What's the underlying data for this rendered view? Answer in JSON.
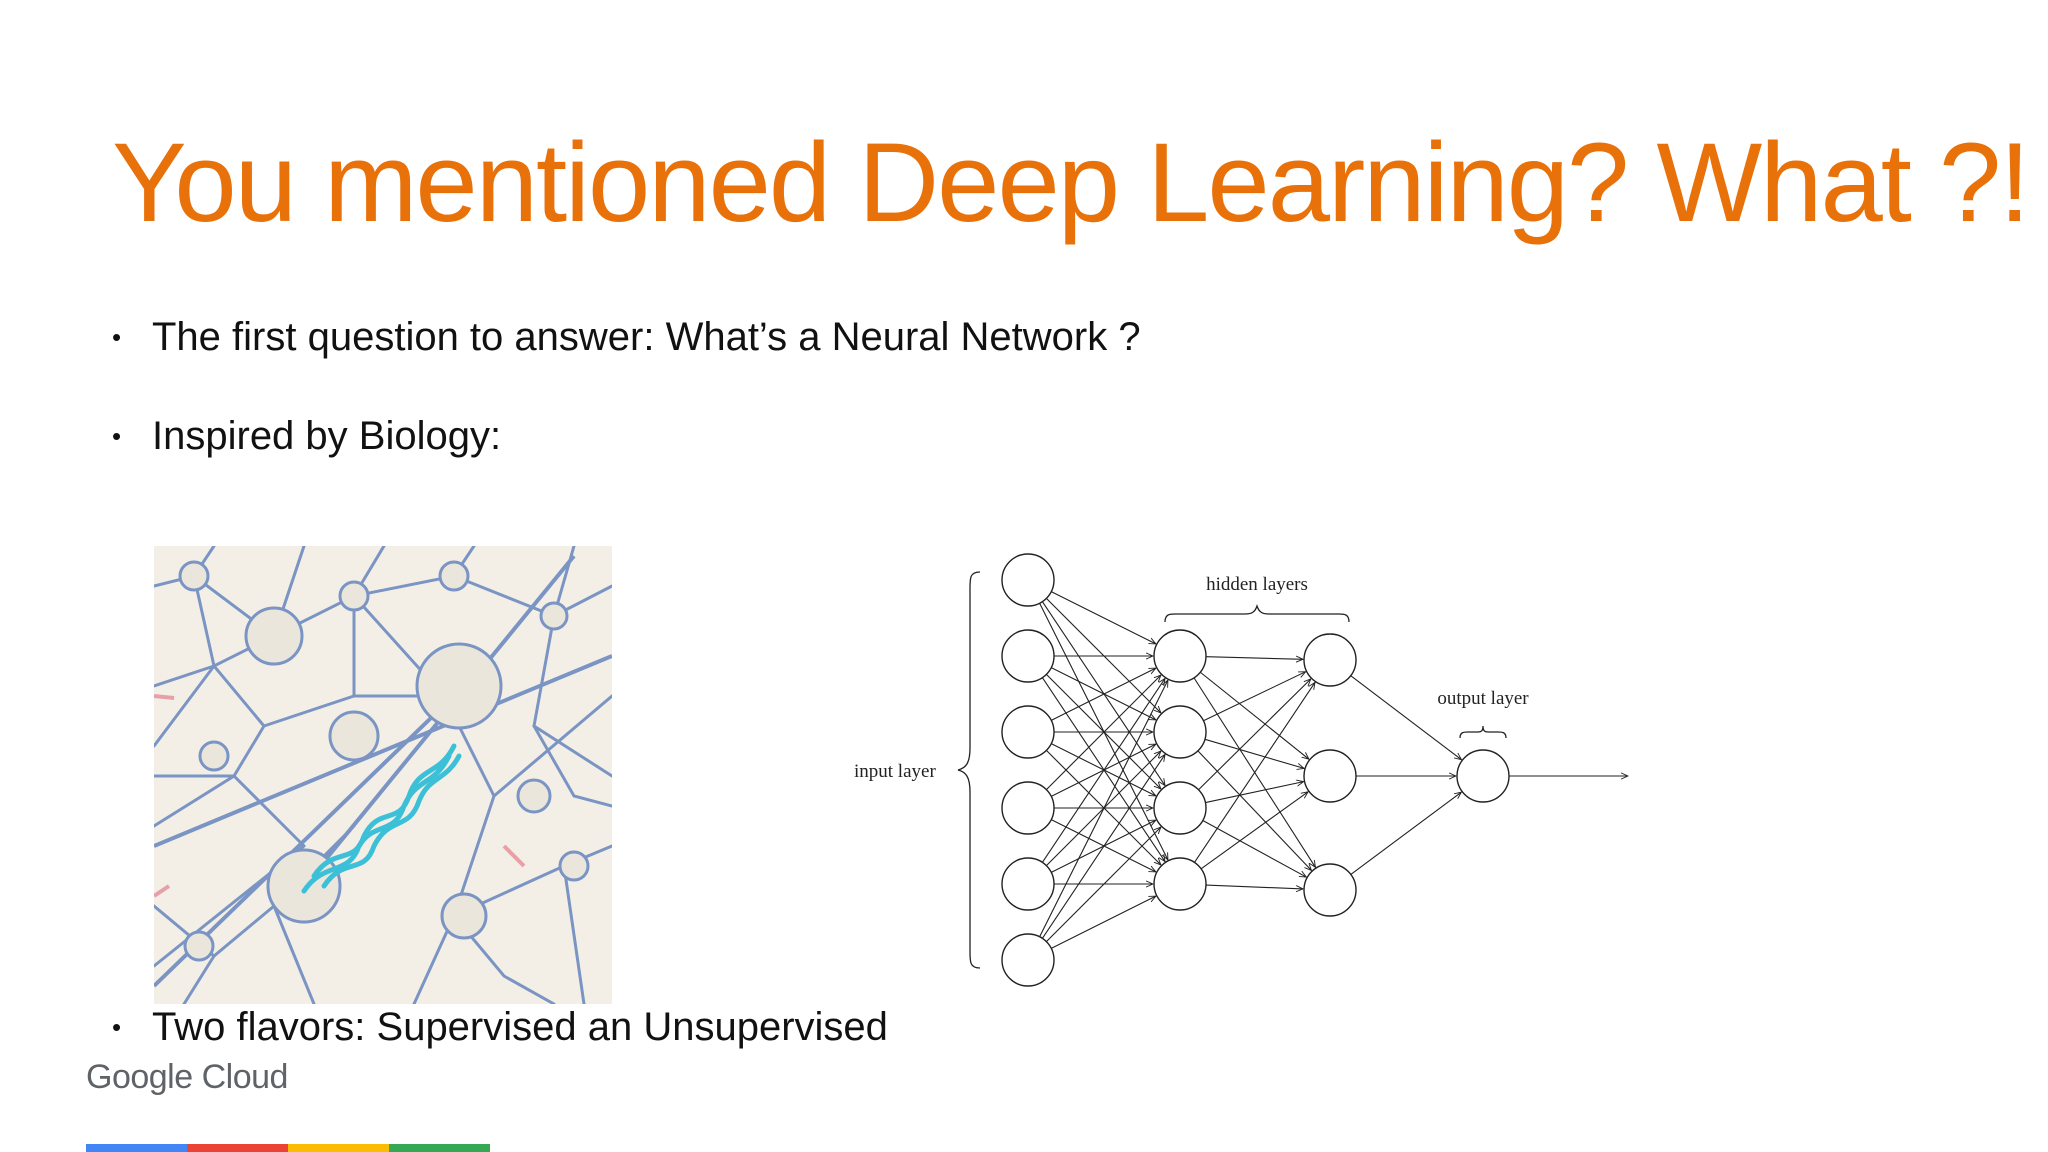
{
  "slide": {
    "title": "You mentioned Deep Learning? What ?!",
    "bullets": [
      "The first question to answer: What’s a Neural Network ?",
      "Inspired by Biology:",
      "Two flavors: Supervised an Unsupervised"
    ],
    "bullet_glyph": "•"
  },
  "diagram": {
    "hidden_label": "hidden layers",
    "output_label": "output layer",
    "input_label": "input layer",
    "layers": [
      6,
      4,
      3,
      1
    ]
  },
  "footer": {
    "brand": "Google Cloud",
    "bar_colors": [
      "#4285f4",
      "#ea4335",
      "#fbbc04",
      "#34a853"
    ]
  },
  "colors": {
    "title": "#e8710a",
    "neuron_stroke": "#7a94c4",
    "neuron_glow": "#3cc0d8",
    "paper": "#f3efe6"
  }
}
